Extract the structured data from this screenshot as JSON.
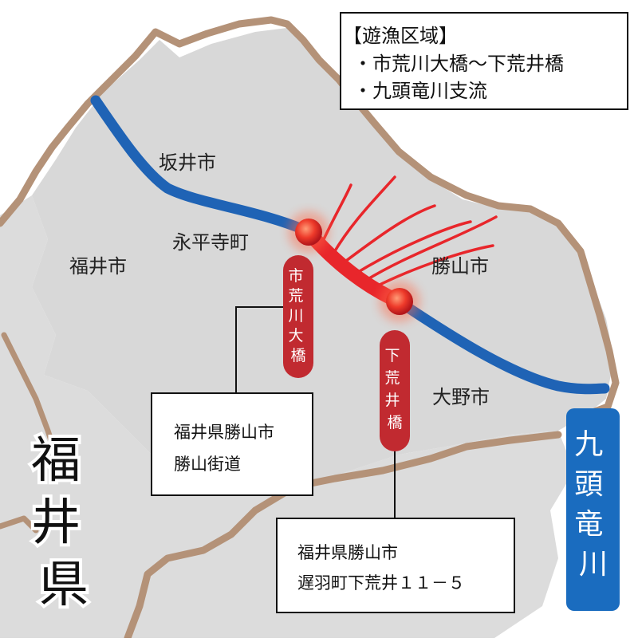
{
  "legend": {
    "title": "【遊漁区域】",
    "items": [
      "・市荒川大橋～下荒井橋",
      "・九頭竜川支流"
    ]
  },
  "cities": {
    "sakai": "坂井市",
    "fukui_city": "福井市",
    "eiheiji": "永平寺町",
    "katsuyama": "勝山市",
    "ono": "大野市"
  },
  "bridges": {
    "ichiarakawa": "市荒川大橋",
    "shimoarai": "下荒井橋"
  },
  "address_1": [
    "福井県勝山市",
    "勝山街道"
  ],
  "address_2": [
    "福井県勝山市",
    "遅羽町下荒井１１－５"
  ],
  "river_label": "九頭竜川",
  "prefecture_label": "福井県",
  "colors": {
    "river": "#1f63b5",
    "fishing_zone": "#e8262b",
    "pill": "#c12a30",
    "land": "#d8d8d8",
    "border": "#b49278",
    "label_box": "#1a6cbf"
  }
}
